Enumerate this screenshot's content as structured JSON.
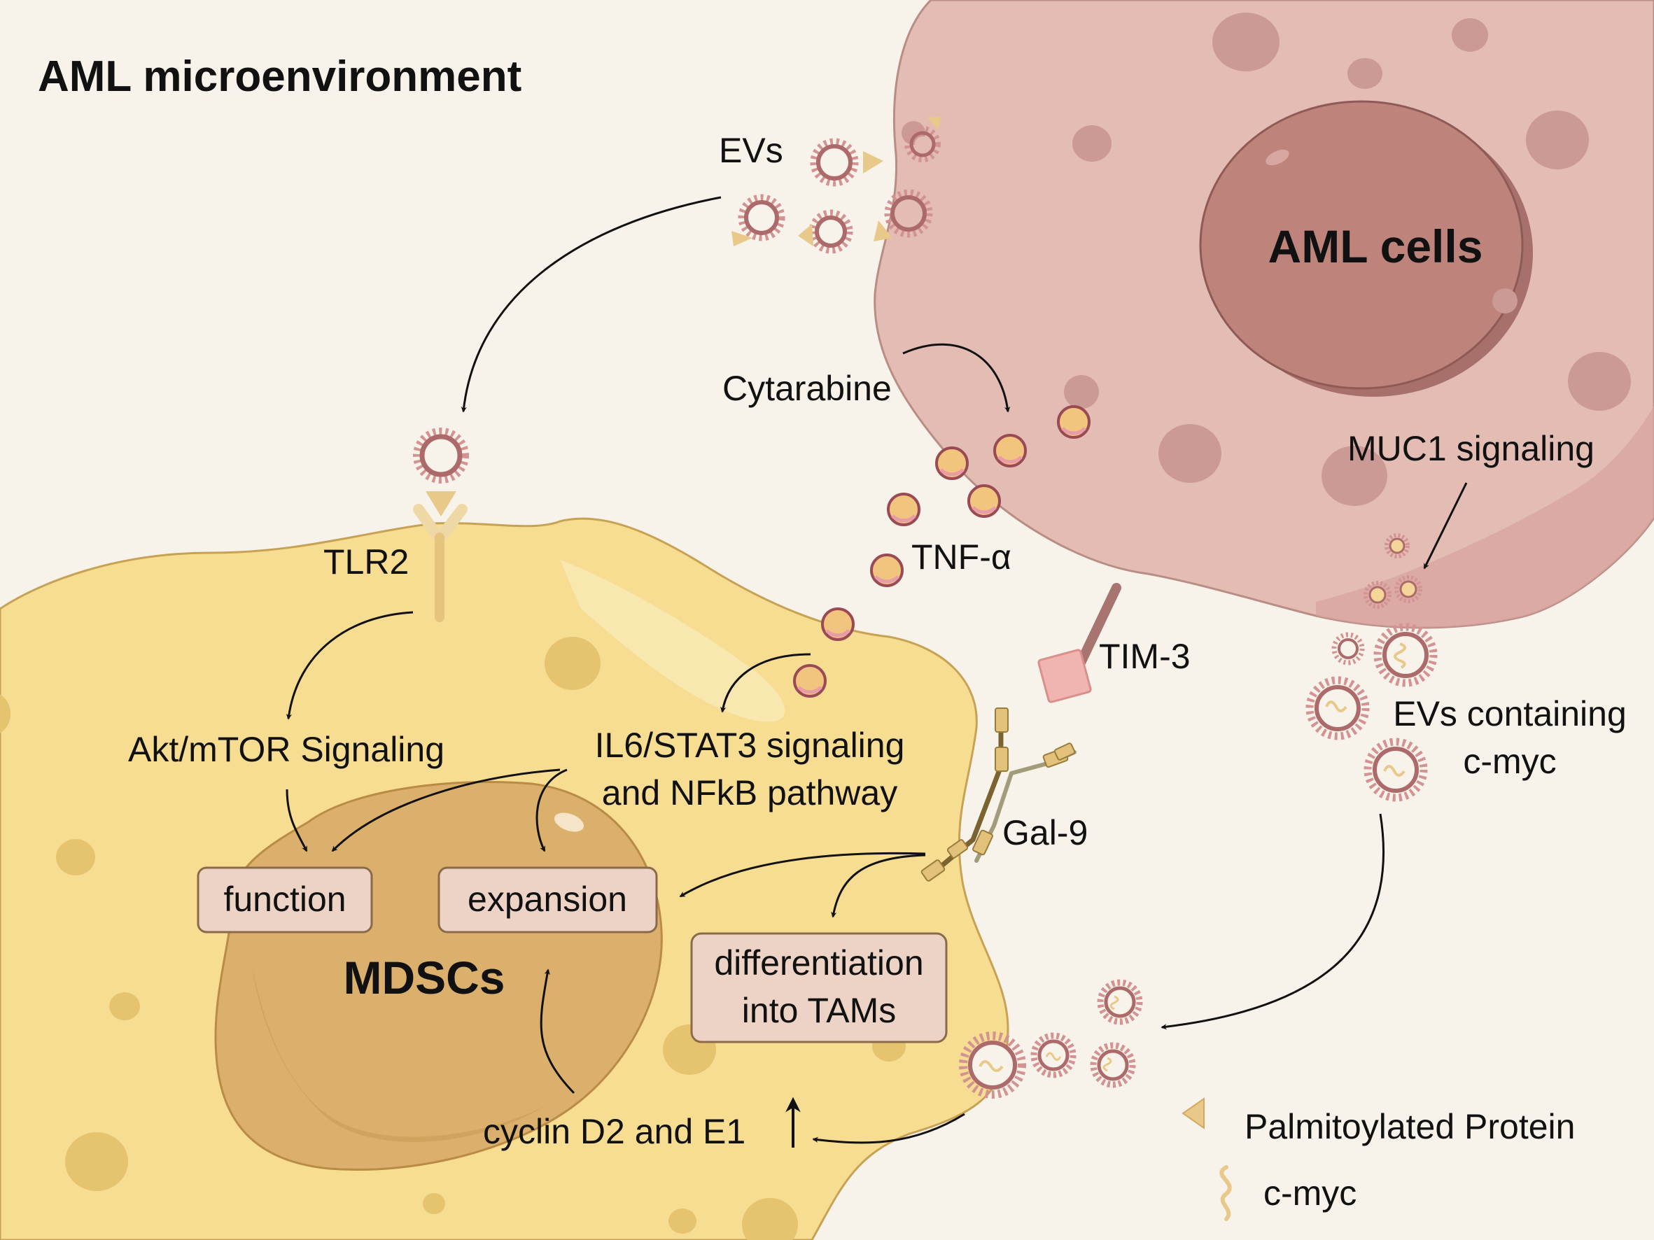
{
  "title": "AML microenvironment",
  "cells": {
    "aml": "AML cells",
    "mdsc": "MDSCs"
  },
  "labels": {
    "evs": "EVs",
    "cytarabine": "Cytarabine",
    "tnf": "TNF-α",
    "muc1": "MUC1 signaling",
    "tlr2": "TLR2",
    "tim3": "TIM-3",
    "gal9": "Gal-9",
    "evs_cmyc_line1": "EVs containing",
    "evs_cmyc_line2": "c-myc",
    "akt": "Akt/mTOR Signaling",
    "il6_line1": "IL6/STAT3 signaling",
    "il6_line2": "and NFkB pathway",
    "cyclin": "cyclin D2 and E1",
    "cyclin_arrow": "↑"
  },
  "outcomes": {
    "function": "function",
    "expansion": "expansion",
    "diff_line1": "differentiation",
    "diff_line2": "into TAMs"
  },
  "legend": [
    {
      "icon": "palmitoylated-protein-icon",
      "label": "Palmitoylated Protein"
    },
    {
      "icon": "c-myc-icon",
      "label": "c-myc"
    }
  ],
  "colors": {
    "background": "#f8f3ea",
    "aml_cell": "#e3bcb4",
    "aml_nucleus": "#be847c",
    "mdsc_cell": "#f6dd92",
    "mdsc_nucleus": "#ddb46e",
    "outcome_box": "#ecd3c6",
    "ev_membrane": "#d59a9b",
    "tnf_particle": "#f2c57e",
    "palmitoylated_protein": "#e8c98a",
    "tim3": "#f0b5b0"
  }
}
